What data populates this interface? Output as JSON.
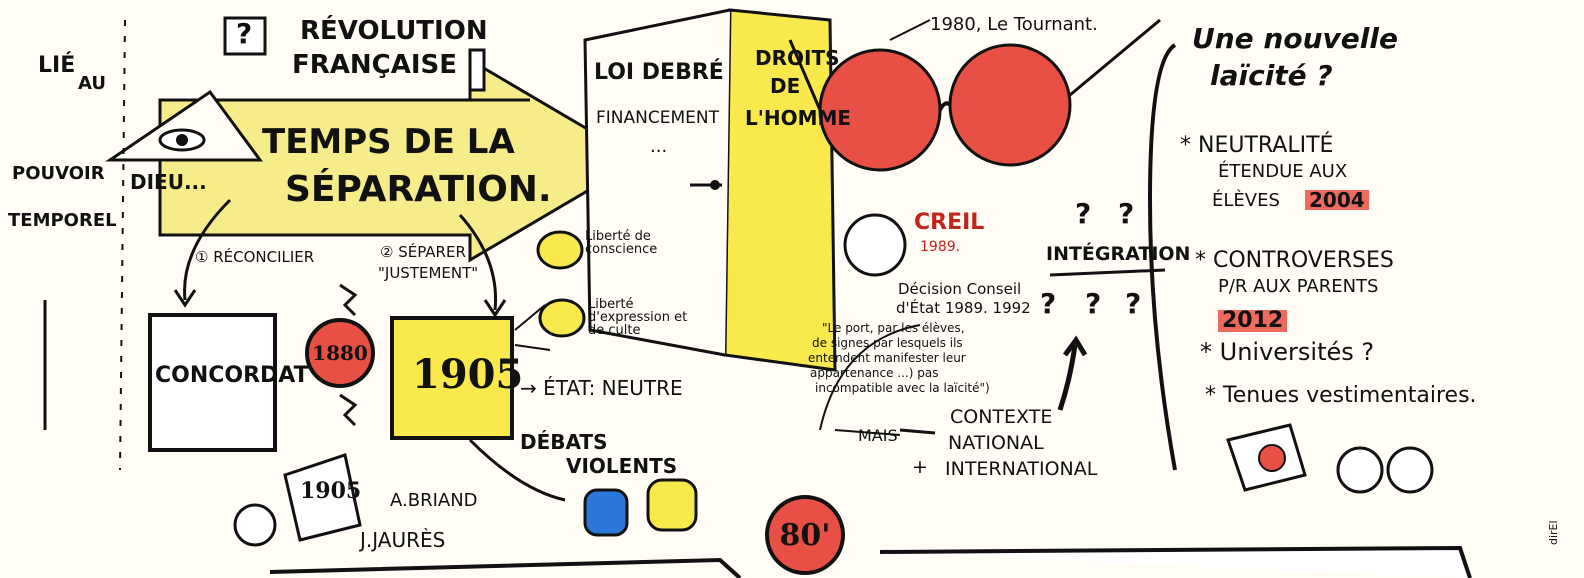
{
  "header": {
    "revolution": "RÉVOLUTION",
    "francaise": "FRANÇAISE",
    "lie": "LIÉ",
    "au": "AU",
    "pouvoir": "POUVOIR",
    "temporel": "TEMPOREL",
    "dieu": "DIEU...",
    "question": "?"
  },
  "arrow": {
    "line1": "TEMPS DE LA",
    "line2": "SÉPARATION."
  },
  "steps": {
    "reconcilier": "① RÉCONCILIER",
    "separer": "② SÉPARER",
    "justement": "\"JUSTEMENT\""
  },
  "boxes": {
    "concordat": "CONCORDAT",
    "year1905": "1905",
    "badge1880": "1880",
    "badge80": "80'",
    "sign1905": "1905"
  },
  "freedoms": {
    "conscience": "Liberté de conscience",
    "expression": "Liberté d'expression et de culte",
    "etat_neutre": "→ ÉTAT: NEUTRE"
  },
  "debates": {
    "debats": "DÉBATS",
    "violents": "VIOLENTS"
  },
  "people": {
    "briand": "A.BRIAND",
    "jaures": "J.JAURÈS"
  },
  "middle": {
    "loi_debre": "LOI DEBRÉ",
    "financement": "FINANCEMENT",
    "dots": "...",
    "droits_l1": "DROITS",
    "droits_l2": "DE",
    "droits_l3": "L'HOMME"
  },
  "glasses": {
    "caption": "1980, Le Tournant."
  },
  "creil": {
    "label": "CREIL",
    "year": "1989.",
    "decision_l1": "Décision Conseil",
    "decision_l2": "d'État 1989. 1992",
    "quote_l1": "\"Le port, par les élèves,",
    "quote_l2": "de signes par lesquels ils",
    "quote_l3": "entendent manifester leur",
    "quote_l4": "appartenance ...) pas",
    "quote_l5": "incompatible avec la laïcité\")"
  },
  "integration": {
    "label": "INTÉGRATION",
    "mais": "MAIS",
    "contexte_l1": "CONTEXTE",
    "contexte_l2": "NATIONAL",
    "plus": "+",
    "contexte_l3": "INTERNATIONAL",
    "q": "?"
  },
  "right": {
    "title_l1": "Une nouvelle",
    "title_l2": "laïcité ?",
    "item1_l1": "* NEUTRALITÉ",
    "item1_l2": "ÉTENDUE AUX",
    "item1_l3": "ÉLÈVES",
    "item1_year": "2004",
    "item2_l1": "* CONTROVERSES",
    "item2_l2": "P/R AUX PARENTS",
    "item2_year": "2012",
    "item3": "* Universités ?",
    "item4": "* Tenues vestimentaires.",
    "credit": "dirEl"
  },
  "colors": {
    "yellow": "#fae94d",
    "light_yellow": "#f7ec8a",
    "red": "#e84f45",
    "blue": "#2b77d8",
    "ink": "#111111"
  }
}
